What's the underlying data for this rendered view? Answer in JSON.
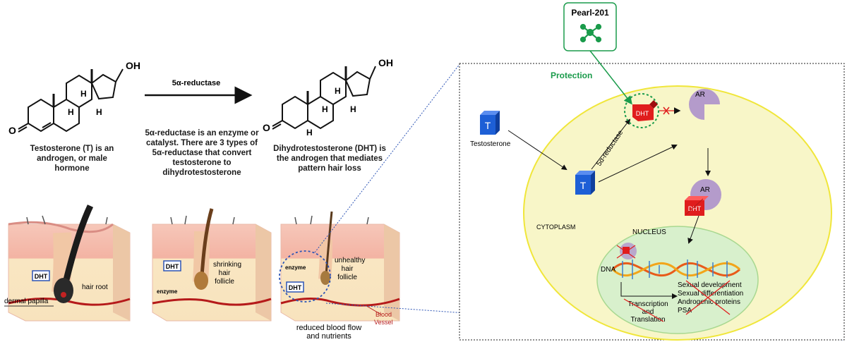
{
  "reaction": {
    "enzyme_label": "5α-reductase",
    "testosterone_caption": [
      "Testosterone (T) is an",
      "androgen, or male",
      "hormone"
    ],
    "enzyme_caption": [
      "5α-reductase is an enzyme or",
      "catalyst. There are 3 types of",
      "5α-reductase that convert",
      "testosterone to",
      "dihydrotestosterone"
    ],
    "dht_caption": [
      "Dihydrotestosterone (DHT) is",
      "the androgen that mediates",
      "pattern hair loss"
    ],
    "oh_label": "OH",
    "h_label": "H",
    "o_label": "O"
  },
  "follicles": {
    "panel1": {
      "dht": "DHT",
      "hair_root": "hair root",
      "dermal_papilla": "dermal papilla"
    },
    "panel2": {
      "dht": "DHT",
      "enzyme": "enzyme",
      "note": [
        "shrinking",
        "hair",
        "follicle"
      ]
    },
    "panel3": {
      "dht": "DHT",
      "enzyme": "enzyme",
      "note": [
        "unhealthy",
        "hair",
        "follicle"
      ],
      "blood_vessel": [
        "Blood",
        "Vessel"
      ],
      "footer": [
        "reduced blood flow",
        "and nutrients"
      ]
    }
  },
  "pathway": {
    "drug": "Pearl-201",
    "protection": "Protection",
    "testosterone": "Testosterone",
    "t_symbol": "T",
    "reductase": "5α-reductase",
    "dht": "DHT",
    "ar": "AR",
    "cytoplasm": "CYTOPLASM",
    "nucleus": "NUCLEUS",
    "dna": "DNA",
    "transcription": [
      "Transcription",
      "and",
      "Translation"
    ],
    "effects": [
      "Sexual development",
      "Sexual differentiation",
      "Androgenic proteins",
      "PSA"
    ]
  },
  "colors": {
    "accent_green": "#1a9b4b",
    "cell_fill": "#f8f6c8",
    "cell_border": "#f0e63a",
    "nucleus_fill": "#d8f0cc",
    "receptor": "#b49bcb",
    "testosterone_cube": "#1d5fd6",
    "dht_red": "#e01d1d"
  }
}
